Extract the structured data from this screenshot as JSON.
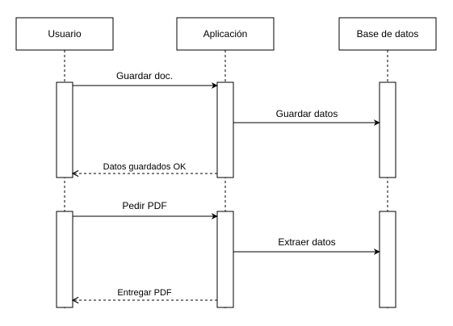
{
  "participants": [
    {
      "id": "usuario",
      "label": "Usuario"
    },
    {
      "id": "aplicacion",
      "label": "Aplicación"
    },
    {
      "id": "base_datos",
      "label": "Base de datos"
    }
  ],
  "messages": [
    {
      "from": "usuario",
      "to": "aplicacion",
      "label": "Guardar doc.",
      "kind": "sync"
    },
    {
      "from": "aplicacion",
      "to": "base_datos",
      "label": "Guardar datos",
      "kind": "sync"
    },
    {
      "from": "aplicacion",
      "to": "usuario",
      "label": "Datos guardados OK",
      "kind": "return"
    },
    {
      "from": "usuario",
      "to": "aplicacion",
      "label": "Pedir PDF",
      "kind": "sync"
    },
    {
      "from": "aplicacion",
      "to": "base_datos",
      "label": "Extraer datos",
      "kind": "sync"
    },
    {
      "from": "aplicacion",
      "to": "usuario",
      "label": "Entregar PDF",
      "kind": "return"
    }
  ],
  "colors": {
    "stroke": "#000000",
    "fill": "#ffffff",
    "text": "#000000"
  }
}
